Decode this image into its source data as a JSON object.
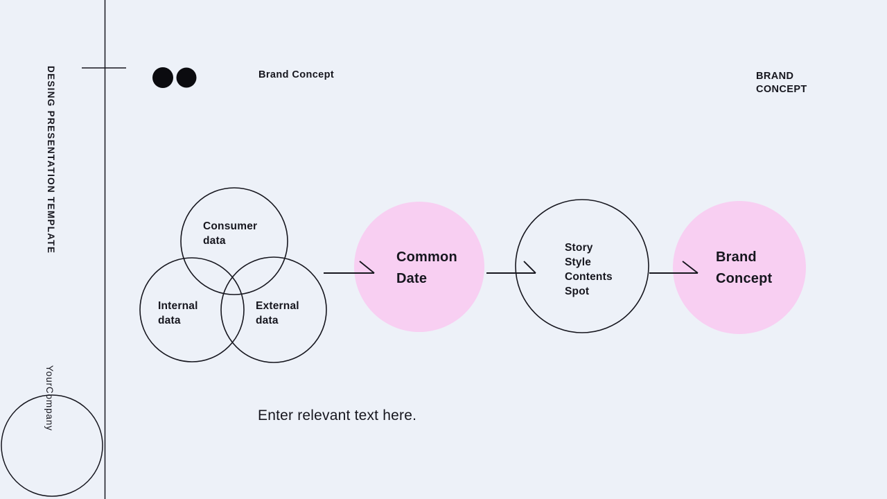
{
  "slide": {
    "colors": {
      "background": "#EDF1F8",
      "accent_pink": "#F8CFF2",
      "ink": "#16161E"
    }
  },
  "side": {
    "template_label": "DESING PRESENTATION TEMPLATE",
    "company_label": "YourCompany"
  },
  "header": {
    "slide_title": "Brand Concept",
    "corner_title": "BRAND\nCONCEPT"
  },
  "diagram": {
    "venn": {
      "consumer_label": "Consumer\ndata",
      "internal_label": "Internal\ndata",
      "external_label": "External\ndata"
    },
    "nodes": {
      "common_date_label": "Common\nDate",
      "story_label": "Story\nStyle\nContents\nSpot",
      "brand_concept_label": "Brand\nConcept"
    }
  },
  "footer": {
    "placeholder_text": "Enter relevant text here."
  }
}
